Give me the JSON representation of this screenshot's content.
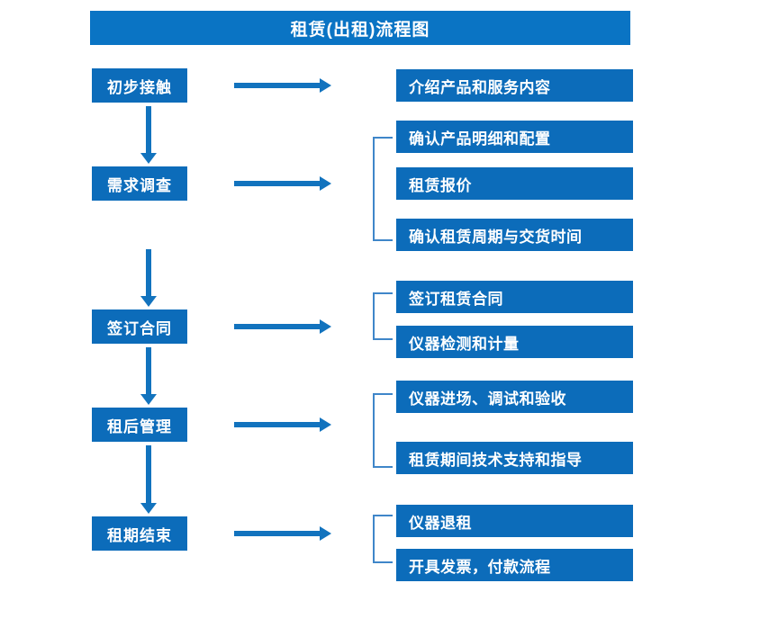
{
  "diagram": {
    "title": "租赁(出租)流程图",
    "colors": {
      "title_bar": "#0a74c4",
      "box": "#0c6cba",
      "arrow": "#1273be",
      "bracket": "#3f86c9",
      "text": "#ffffff",
      "background": "#ffffff"
    },
    "stages": [
      {
        "label": "初步接触"
      },
      {
        "label": "需求调查"
      },
      {
        "label": "签订合同"
      },
      {
        "label": "租后管理"
      },
      {
        "label": "租期结束"
      }
    ],
    "details": [
      {
        "label": "介绍产品和服务内容"
      },
      {
        "label": "确认产品明细和配置"
      },
      {
        "label": "租赁报价"
      },
      {
        "label": "确认租赁周期与交货时间"
      },
      {
        "label": "签订租赁合同"
      },
      {
        "label": "仪器检测和计量"
      },
      {
        "label": "仪器进场、调试和验收"
      },
      {
        "label": "租赁期间技术支持和指导"
      },
      {
        "label": "仪器退租"
      },
      {
        "label": "开具发票，付款流程"
      }
    ]
  }
}
